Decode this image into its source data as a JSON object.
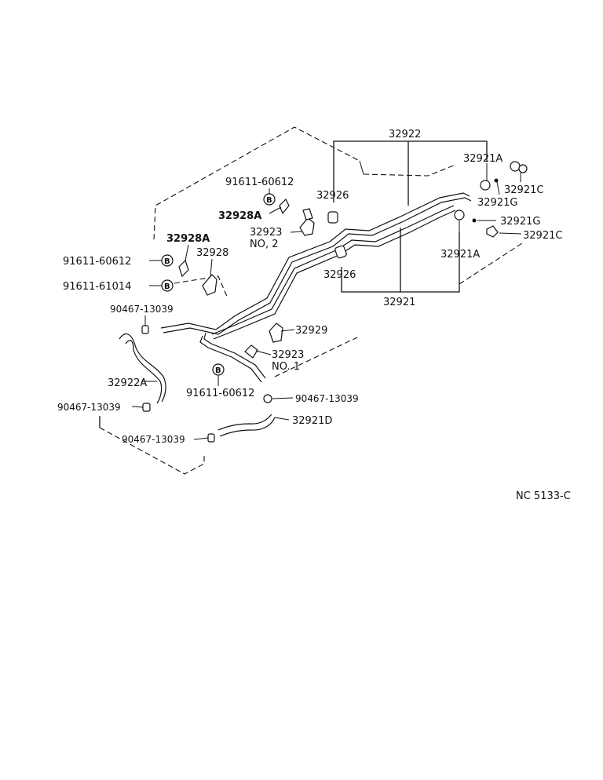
{
  "diagram": {
    "code": "NC 5133-C",
    "bolt_symbol": "B",
    "labels": {
      "p32922": "32922",
      "p32921A_top": "32921A",
      "p32921C_top": "32921C",
      "p32921G_top": "32921G",
      "p32921G_mid": "32921G",
      "p32921C_mid": "32921C",
      "p32921A_mid": "32921A",
      "p32926_top": "32926",
      "p32926_bottom": "32926",
      "p32921": "32921",
      "p91611_60612_top": "91611-60612",
      "p32928A_top": "32928A",
      "p32923_no2": "32923",
      "no2": "NO, 2",
      "p32928A_left": "32928A",
      "p32928": "32928",
      "p91611_60612_left": "91611-60612",
      "p91611_61014": "91611-61014",
      "p90467_13039_a": "90467-13039",
      "p32929": "32929",
      "p32923_no1": "32923",
      "no1": "NO. 1",
      "p32922A": "32922A",
      "p91611_60612_bottom": "91611-60612",
      "p90467_13039_b": "90467-13039",
      "p90467_13039_c": "90467-13039",
      "p32921D": "32921D",
      "p90467_13039_d": "90467-13039"
    }
  }
}
